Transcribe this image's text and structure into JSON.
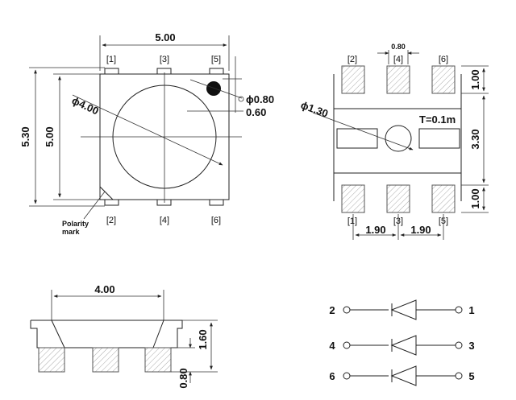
{
  "top_view": {
    "width_dim": "5.00",
    "height_outer_dim": "5.30",
    "height_body_dim": "5.00",
    "lens_dim": "ϕ4.00",
    "dot_dim": "ϕ0.80",
    "dot_offset_dim": "0.60",
    "pins_top": [
      "[1]",
      "[3]",
      "[5]"
    ],
    "pins_bottom": [
      "[2]",
      "[4]",
      "[6]"
    ],
    "polarity_line1": "Polarity",
    "polarity_line2": "mark"
  },
  "pad_layout": {
    "gap_dim": "0.80",
    "hole_dim": "ϕ1.30",
    "thickness": "T=0.1m",
    "pad_height_top": "1.00",
    "middle_dim": "3.30",
    "pad_height_bottom": "1.00",
    "pitch_left": "1.90",
    "pitch_right": "1.90",
    "pins_top": [
      "[2]",
      "[4]",
      "[6]"
    ],
    "pins_bottom": [
      "[1]",
      "[3]",
      "[5]"
    ]
  },
  "side_view": {
    "lens_width_dim": "4.00",
    "height_dim": "1.60",
    "lead_dim": "0.80"
  },
  "schematic": [
    {
      "left": "2",
      "right": "1"
    },
    {
      "left": "4",
      "right": "3"
    },
    {
      "left": "6",
      "right": "5"
    }
  ]
}
